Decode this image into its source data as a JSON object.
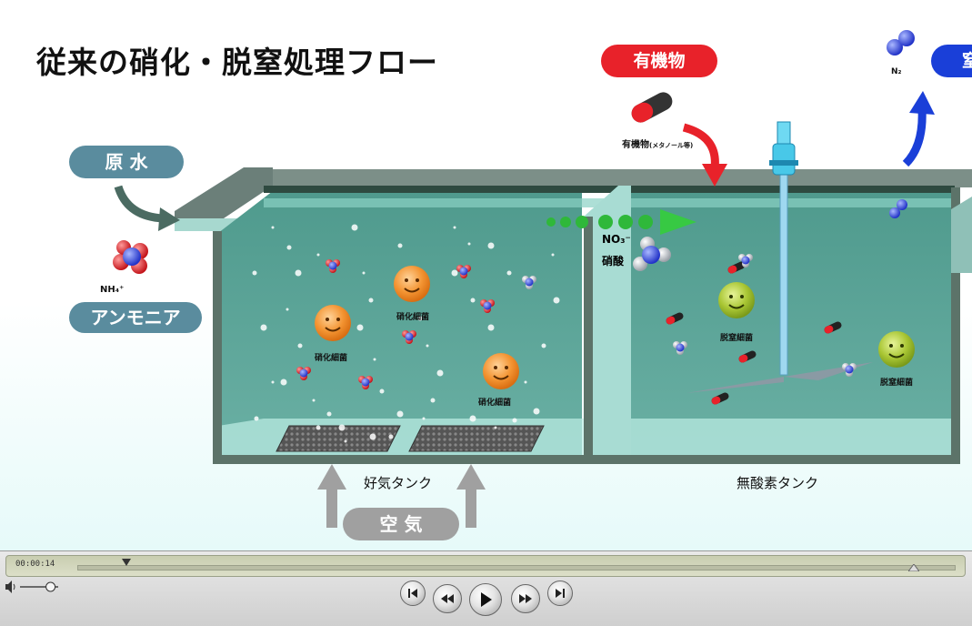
{
  "scene": {
    "title": "従来の硝化・脱窒処理フロー",
    "raw_water_label": "原 水",
    "ammonia_label": "アンモニア",
    "ammonia_formula": "NH₄⁺",
    "air_label": "空 気",
    "aerobic_tank_label": "好気タンク",
    "anoxic_tank_label": "無酸素タンク",
    "organic_label": "有機物",
    "organic_caption": "有機物",
    "organic_caption_note": "(メタノール等)",
    "nitrate_formula": "NO₃⁻",
    "nitrate_label": "硝酸",
    "n2_formula": "N₂",
    "right_pill_text": "窒",
    "nitrifying_bacteria": "硝化細菌",
    "denitrifying_bacteria": "脱窒細菌"
  },
  "player": {
    "timecode": "00:00:14",
    "progress_fraction": 0.056,
    "volume_fraction": 0.8
  },
  "colors": {
    "water": "#5fa59a",
    "tank_wall": "#5f7a70",
    "pill_blue": "#5a8c9e",
    "pill_red": "#e8222a",
    "arrow_blue": "#1a3fd8",
    "arrow_red": "#e8222a",
    "arrow_green": "#2fb83a",
    "nitrifier": "#f29a3a",
    "denitrifier": "#9fbd2e"
  },
  "icons": [
    "volume-icon",
    "skip-back-icon",
    "rewind-icon",
    "play-icon",
    "fast-forward-icon",
    "skip-forward-icon"
  ]
}
